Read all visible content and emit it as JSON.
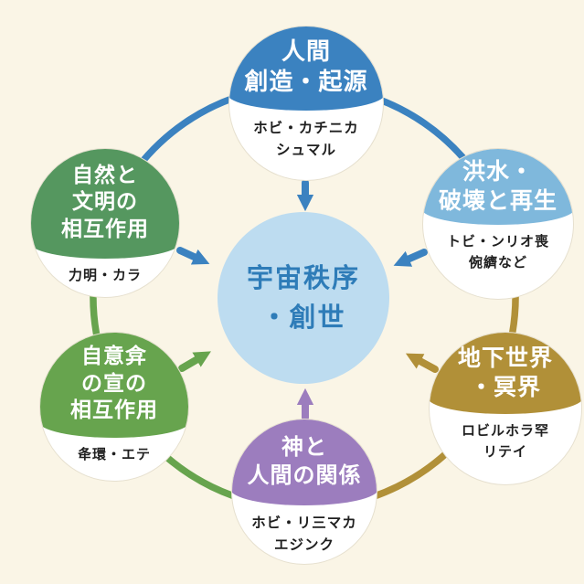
{
  "palette": {
    "background": "#FAF5E6",
    "blue": "#3B82C0",
    "light_blue": "#7FB8DC",
    "gold": "#B19038",
    "purple": "#9C7DBE",
    "green": "#67A44E",
    "sage_green": "#55975F",
    "center_fill": "#BDDCF0",
    "center_text": "#2E7CB8",
    "sub_text": "#1F1F1F",
    "circle_border": "#E6E0CF"
  },
  "center_node": {
    "title_lines": [
      "宇宙秩序",
      "・創世"
    ]
  },
  "nodes": [
    {
      "id": "top",
      "name": "human-creation-origin",
      "title_lines": [
        "人間",
        "創造・起源"
      ],
      "sub_lines": [
        "ホビ・カチニカ",
        "シュマル"
      ],
      "color_key": "blue"
    },
    {
      "id": "top-right",
      "name": "flood-destruction-rebirth",
      "title_lines": [
        "洪水・",
        "破壊と再生"
      ],
      "sub_lines": [
        "トビ・ンリオ喪",
        "倇纃など"
      ],
      "color_key": "light_blue"
    },
    {
      "id": "right",
      "name": "underworld-realm-of-dead",
      "title_lines": [
        "地下世界",
        "・冥界"
      ],
      "sub_lines": [
        "ロビルホラ罕",
        "リテイ"
      ],
      "color_key": "gold"
    },
    {
      "id": "bottom",
      "name": "gods-and-humans-relation",
      "title_lines": [
        "神と",
        "人間の関係"
      ],
      "sub_lines": [
        "ホビ・リ三マカ",
        "エジンク"
      ],
      "color_key": "purple"
    },
    {
      "id": "bottom-left",
      "name": "mutual-interaction",
      "title_lines": [
        "自意弇",
        "の宣の",
        "相互作用"
      ],
      "sub_lines": [
        "夅環・エテ"
      ],
      "color_key": "green"
    },
    {
      "id": "top-left",
      "name": "nature-civilization-interaction",
      "title_lines": [
        "自然と",
        "文明の",
        "相互作用"
      ],
      "sub_lines": [
        "力明・カラ"
      ],
      "color_key": "sage_green"
    }
  ],
  "ring_segments": [
    {
      "id": "top-arc",
      "color_key": "blue"
    },
    {
      "id": "right-arc",
      "color_key": "gold"
    },
    {
      "id": "left-arc",
      "color_key": "green"
    }
  ],
  "arrows": [
    {
      "node": "top",
      "color_key": "blue"
    },
    {
      "node": "top-right",
      "color_key": "blue"
    },
    {
      "node": "right",
      "color_key": "gold"
    },
    {
      "node": "bottom",
      "color_key": "purple"
    },
    {
      "node": "bottom-left",
      "color_key": "green"
    },
    {
      "node": "top-left",
      "color_key": "blue"
    }
  ]
}
